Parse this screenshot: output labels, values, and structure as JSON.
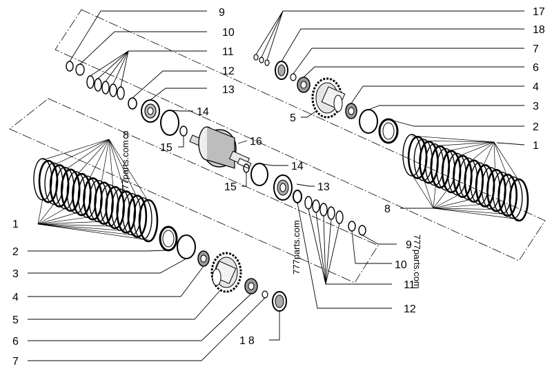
{
  "callouts_left": [
    "9",
    "10",
    "11",
    "12",
    "13",
    "14",
    "15",
    "16",
    "14",
    "15",
    "13"
  ],
  "callouts_right_group": [
    "17",
    "18",
    "7",
    "6",
    "4",
    "5",
    "3",
    "2",
    "1",
    "8"
  ],
  "callouts_bottom_left": [
    "8",
    "1",
    "2",
    "3",
    "4",
    "5",
    "6",
    "7",
    "18"
  ],
  "callouts_bottom_right": [
    "9",
    "10",
    "11",
    "12"
  ],
  "watermarks": [
    "777parts.com",
    "777parts.com",
    "777parts.com"
  ]
}
